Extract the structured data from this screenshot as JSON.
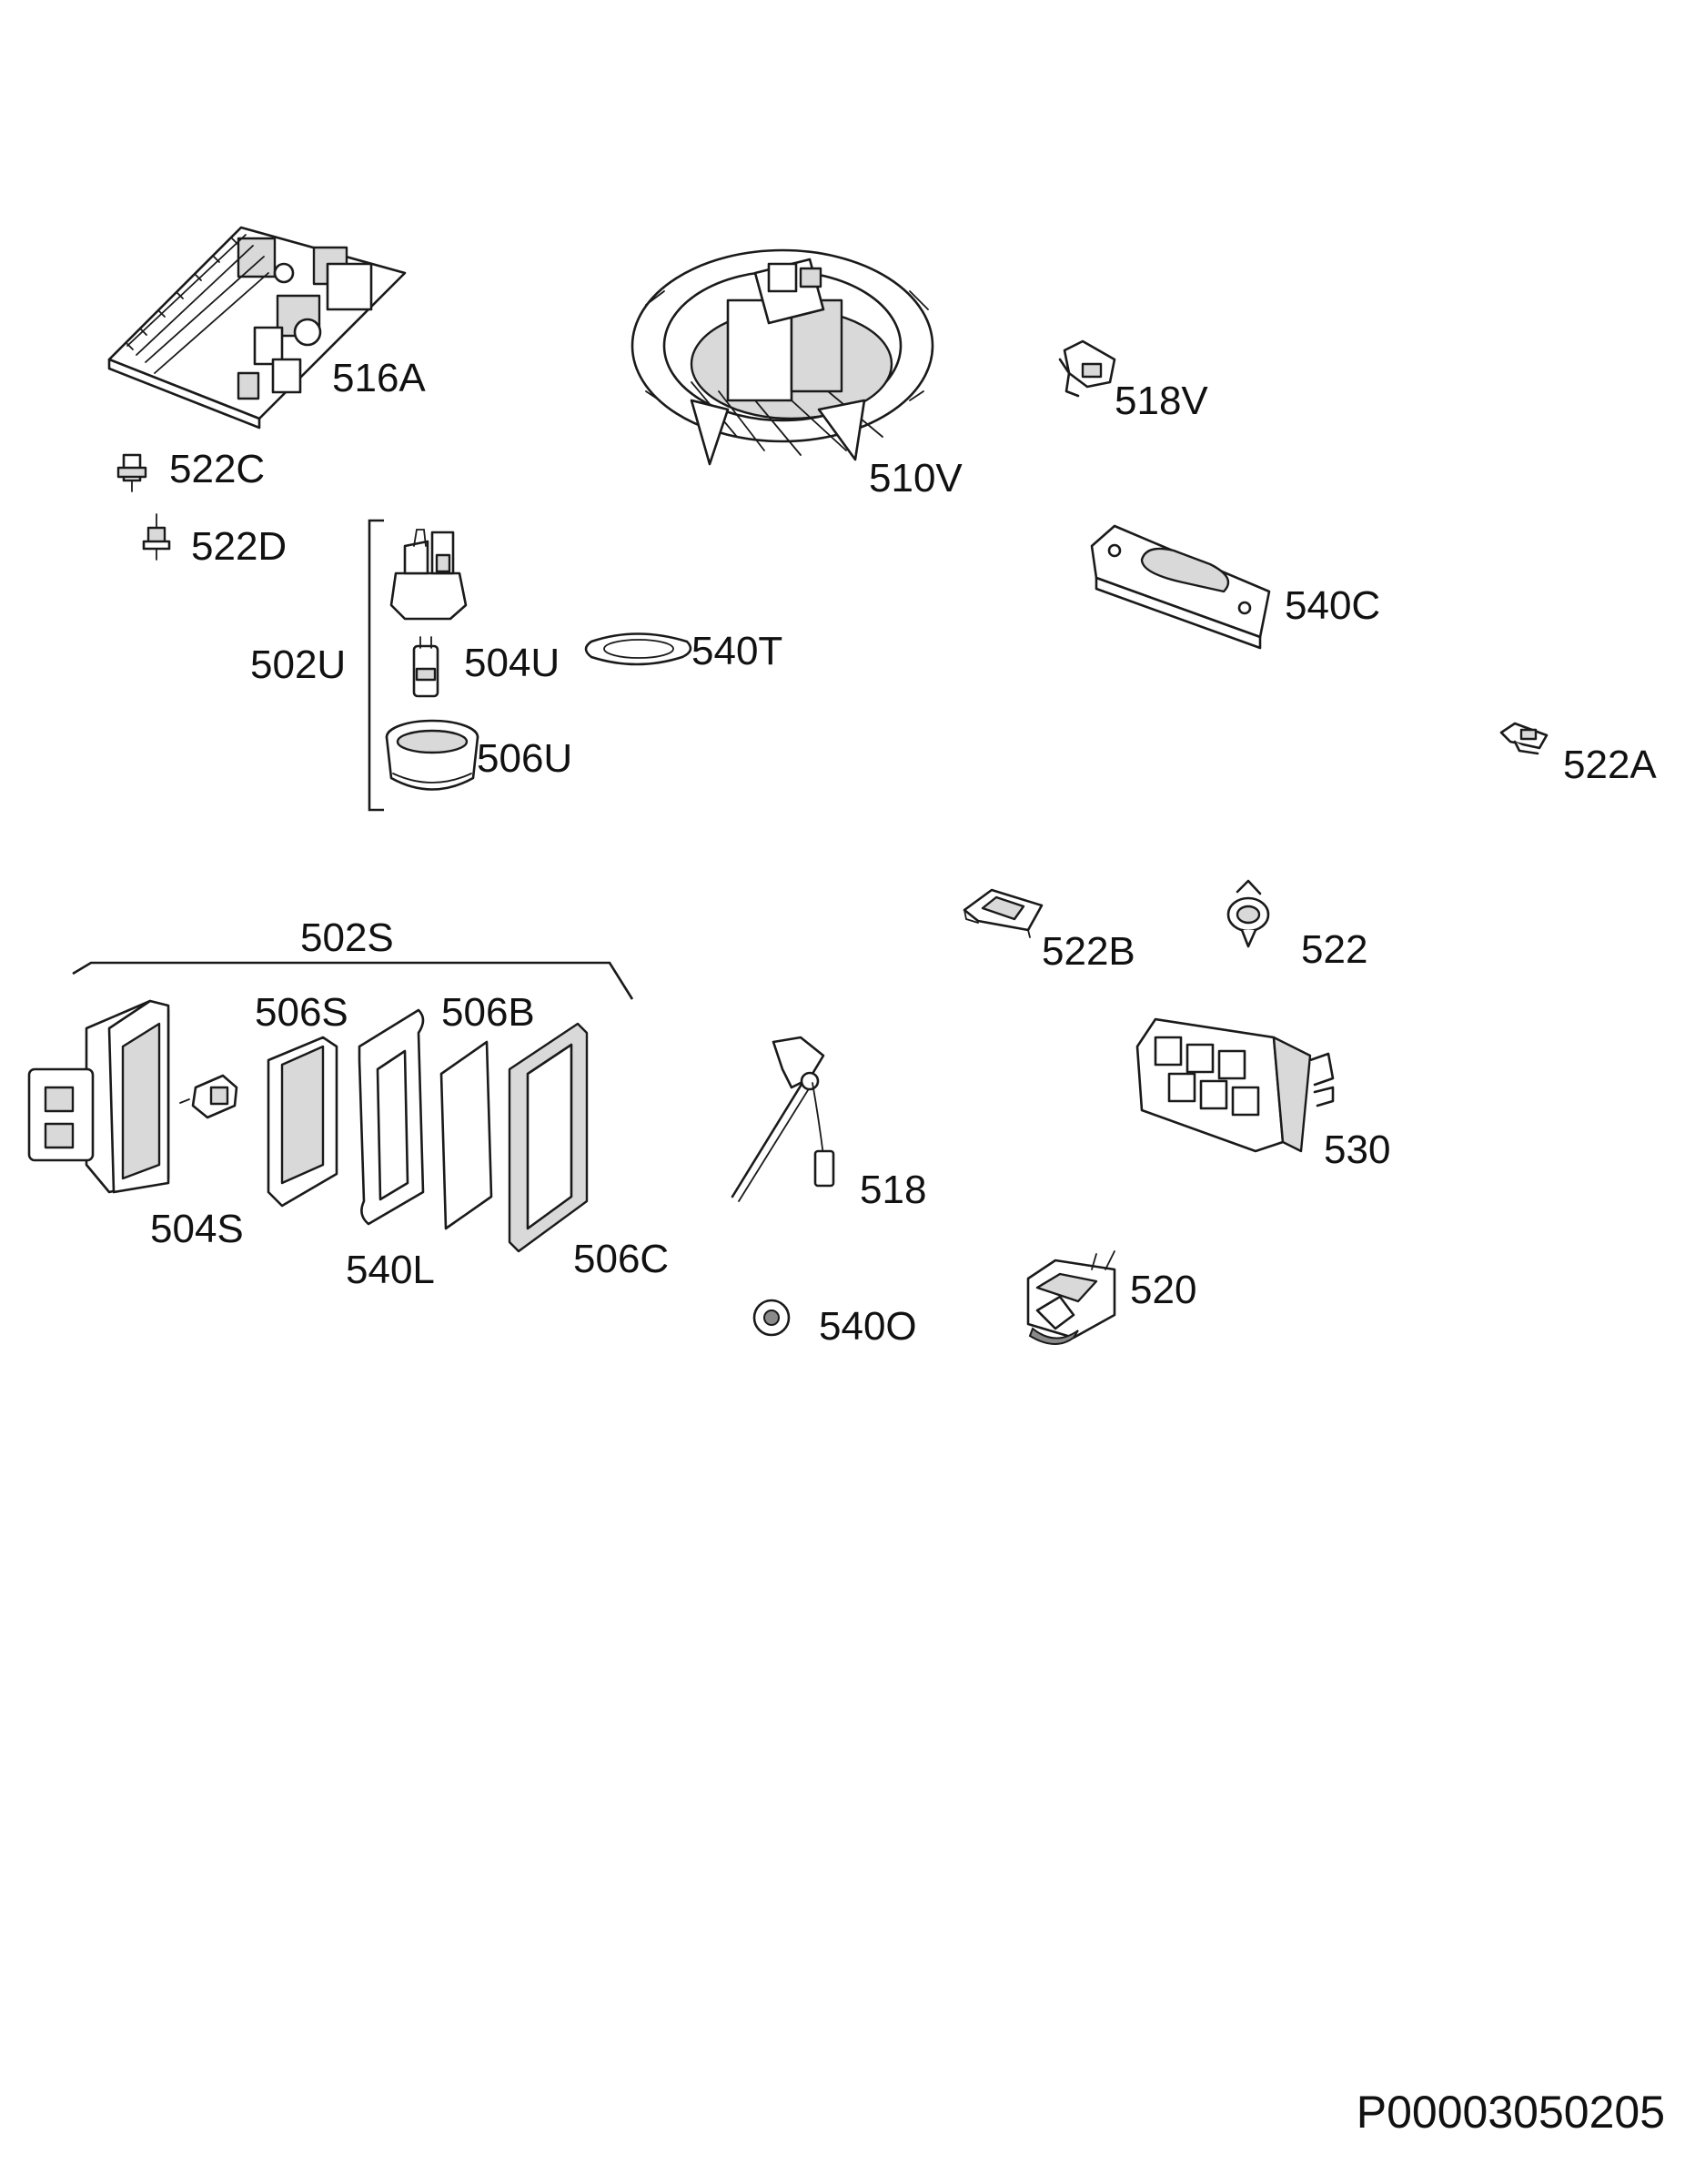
{
  "labels": {
    "p516A": "516A",
    "p510V": "510V",
    "p518V": "518V",
    "p522C": "522C",
    "p522D": "522D",
    "p502U": "502U",
    "p504U": "504U",
    "p540T": "540T",
    "p506U": "506U",
    "p540C": "540C",
    "p522A": "522A",
    "p502S": "502S",
    "p506S": "506S",
    "p506B": "506B",
    "p522B": "522B",
    "p522": "522",
    "p530": "530",
    "p504S": "504S",
    "p540L": "540L",
    "p506C": "506C",
    "p518": "518",
    "p540O": "540O",
    "p520": "520"
  },
  "document_number": "P00003050205"
}
